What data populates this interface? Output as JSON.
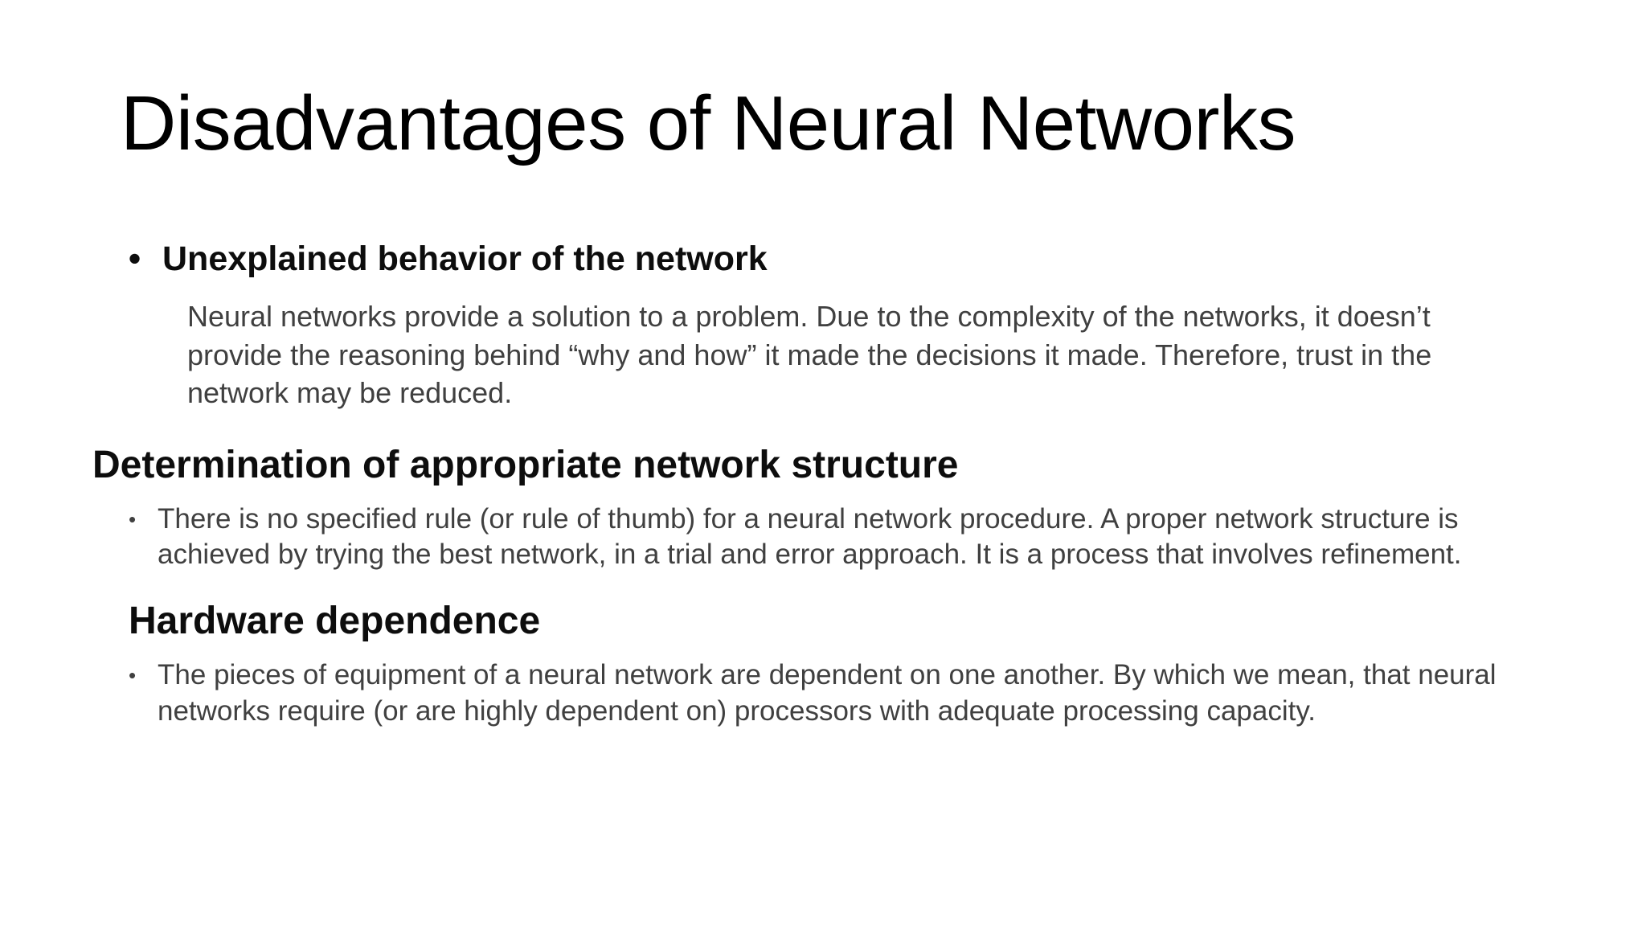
{
  "slide": {
    "title": "Disadvantages of Neural Networks",
    "bullet_glyph": "•",
    "colors": {
      "background": "#ffffff",
      "title": "#000000",
      "heading": "#0d0d0d",
      "body_text": "#404040"
    },
    "sections": [
      {
        "id": "unexplained-behavior",
        "heading": "Unexplained behavior of the network",
        "heading_style": "bulleted-bold",
        "paragraph": "Neural networks provide a solution to a problem. Due to the complexity of the networks, it doesn’t provide the reasoning behind “why and how” it made the decisions it made. Therefore, trust in the network may be reduced."
      },
      {
        "id": "network-structure",
        "heading": "Determination of appropriate network structure",
        "heading_style": "flush-bold",
        "paragraph": "There is no specified rule (or rule of thumb) for a neural network procedure. A proper network structure is achieved by trying the best network, in a trial and error approach. It is a process that involves refinement."
      },
      {
        "id": "hardware-dependence",
        "heading": "Hardware dependence",
        "heading_style": "indent-bold",
        "paragraph": "The pieces of equipment of a neural network are dependent on one another. By which we mean, that neural networks require (or are highly dependent on) processors with adequate processing capacity."
      }
    ]
  }
}
